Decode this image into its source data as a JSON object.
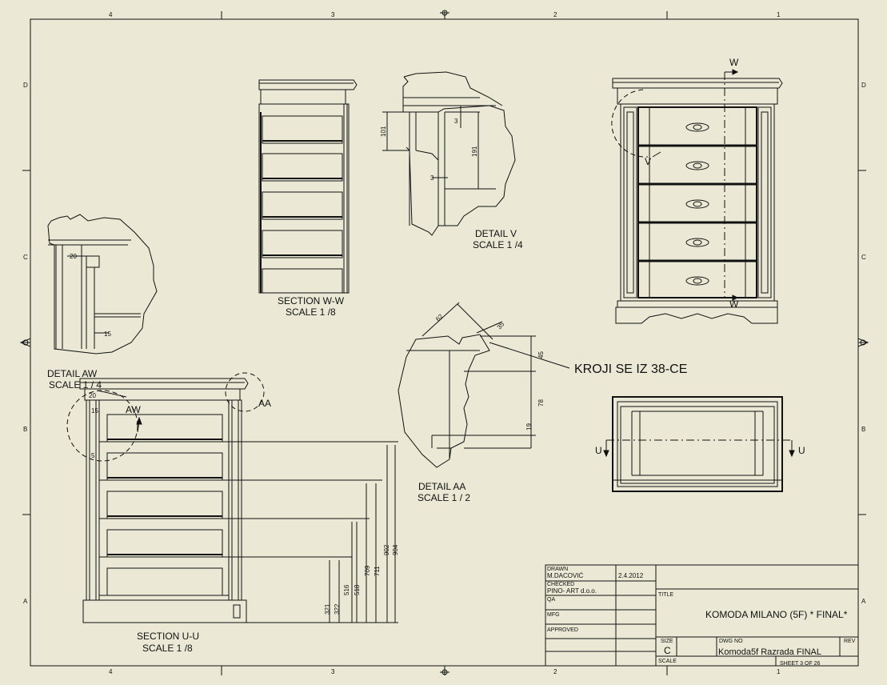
{
  "sheet": {
    "bg_color": "#ebe9d5",
    "line_color": "#111111",
    "zones_top": [
      "4",
      "3",
      "2",
      "1"
    ],
    "zones_side": [
      "D",
      "C",
      "B",
      "A"
    ]
  },
  "views": {
    "section_ww": {
      "title": "SECTION W-W",
      "scale": "SCALE 1 /8"
    },
    "detail_v": {
      "title": "DETAIL  V",
      "scale": "SCALE 1 /4",
      "dim_101": "101",
      "dim_191": "191",
      "dim_3a": "3",
      "dim_3b": "3"
    },
    "detail_aw": {
      "title": "DETAIL  AW",
      "scale": "SCALE 1 / 4",
      "dim_20": "20",
      "dim_15": "15"
    },
    "detail_aa": {
      "title": "DETAIL  AA",
      "scale": "SCALE 1 / 2",
      "dim_62": "62",
      "dim_35": "35",
      "dim_45": "45",
      "dim_78": "78",
      "dim_19": "19",
      "note": "KROJI SE IZ 38-CE"
    },
    "section_uu": {
      "title": "SECTION U-U",
      "scale": "SCALE 1 /8",
      "callout_aw": "AW",
      "callout_aa": "AA",
      "dim_20": "20",
      "dim_15": "15",
      "dim_5": "5",
      "heights": [
        "321",
        "322",
        "516",
        "518",
        "709",
        "711",
        "902",
        "904"
      ]
    },
    "front": {
      "cut_w": "W",
      "callout_v": "V"
    },
    "top": {
      "cut_u": "U"
    }
  },
  "title_block": {
    "drawn_label": "DRAWN",
    "drawn_name": "M.DACOVIĆ",
    "drawn_date": "2.4.2012",
    "checked_label": "CHECKED",
    "checked_name": "PINO- ART d.o.o.",
    "qa_label": "QA",
    "mfg_label": "MFG",
    "approved_label": "APPROVED",
    "title_label": "TITLE",
    "title": "KOMODA MILANO (5F)  * FINAL*",
    "size_label": "SIZE",
    "size": "C",
    "dwg_label": "DWG NO",
    "dwg_no": "Komoda5f Razrada FINAL",
    "rev_label": "REV",
    "scale_label": "SCALE",
    "sheet": "SHEET 3  OF 26"
  }
}
